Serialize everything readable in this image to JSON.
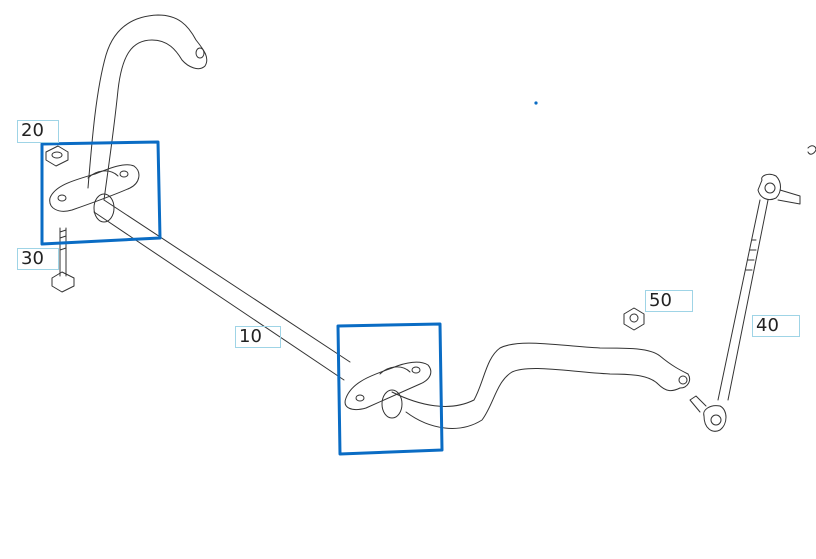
{
  "callouts": {
    "part_10": "10",
    "part_20": "20",
    "part_30": "30",
    "part_40": "40",
    "part_50": "50"
  },
  "colors": {
    "line": "#333333",
    "highlight": "#0a6cc4",
    "callout_border": "#9fd4e6"
  }
}
